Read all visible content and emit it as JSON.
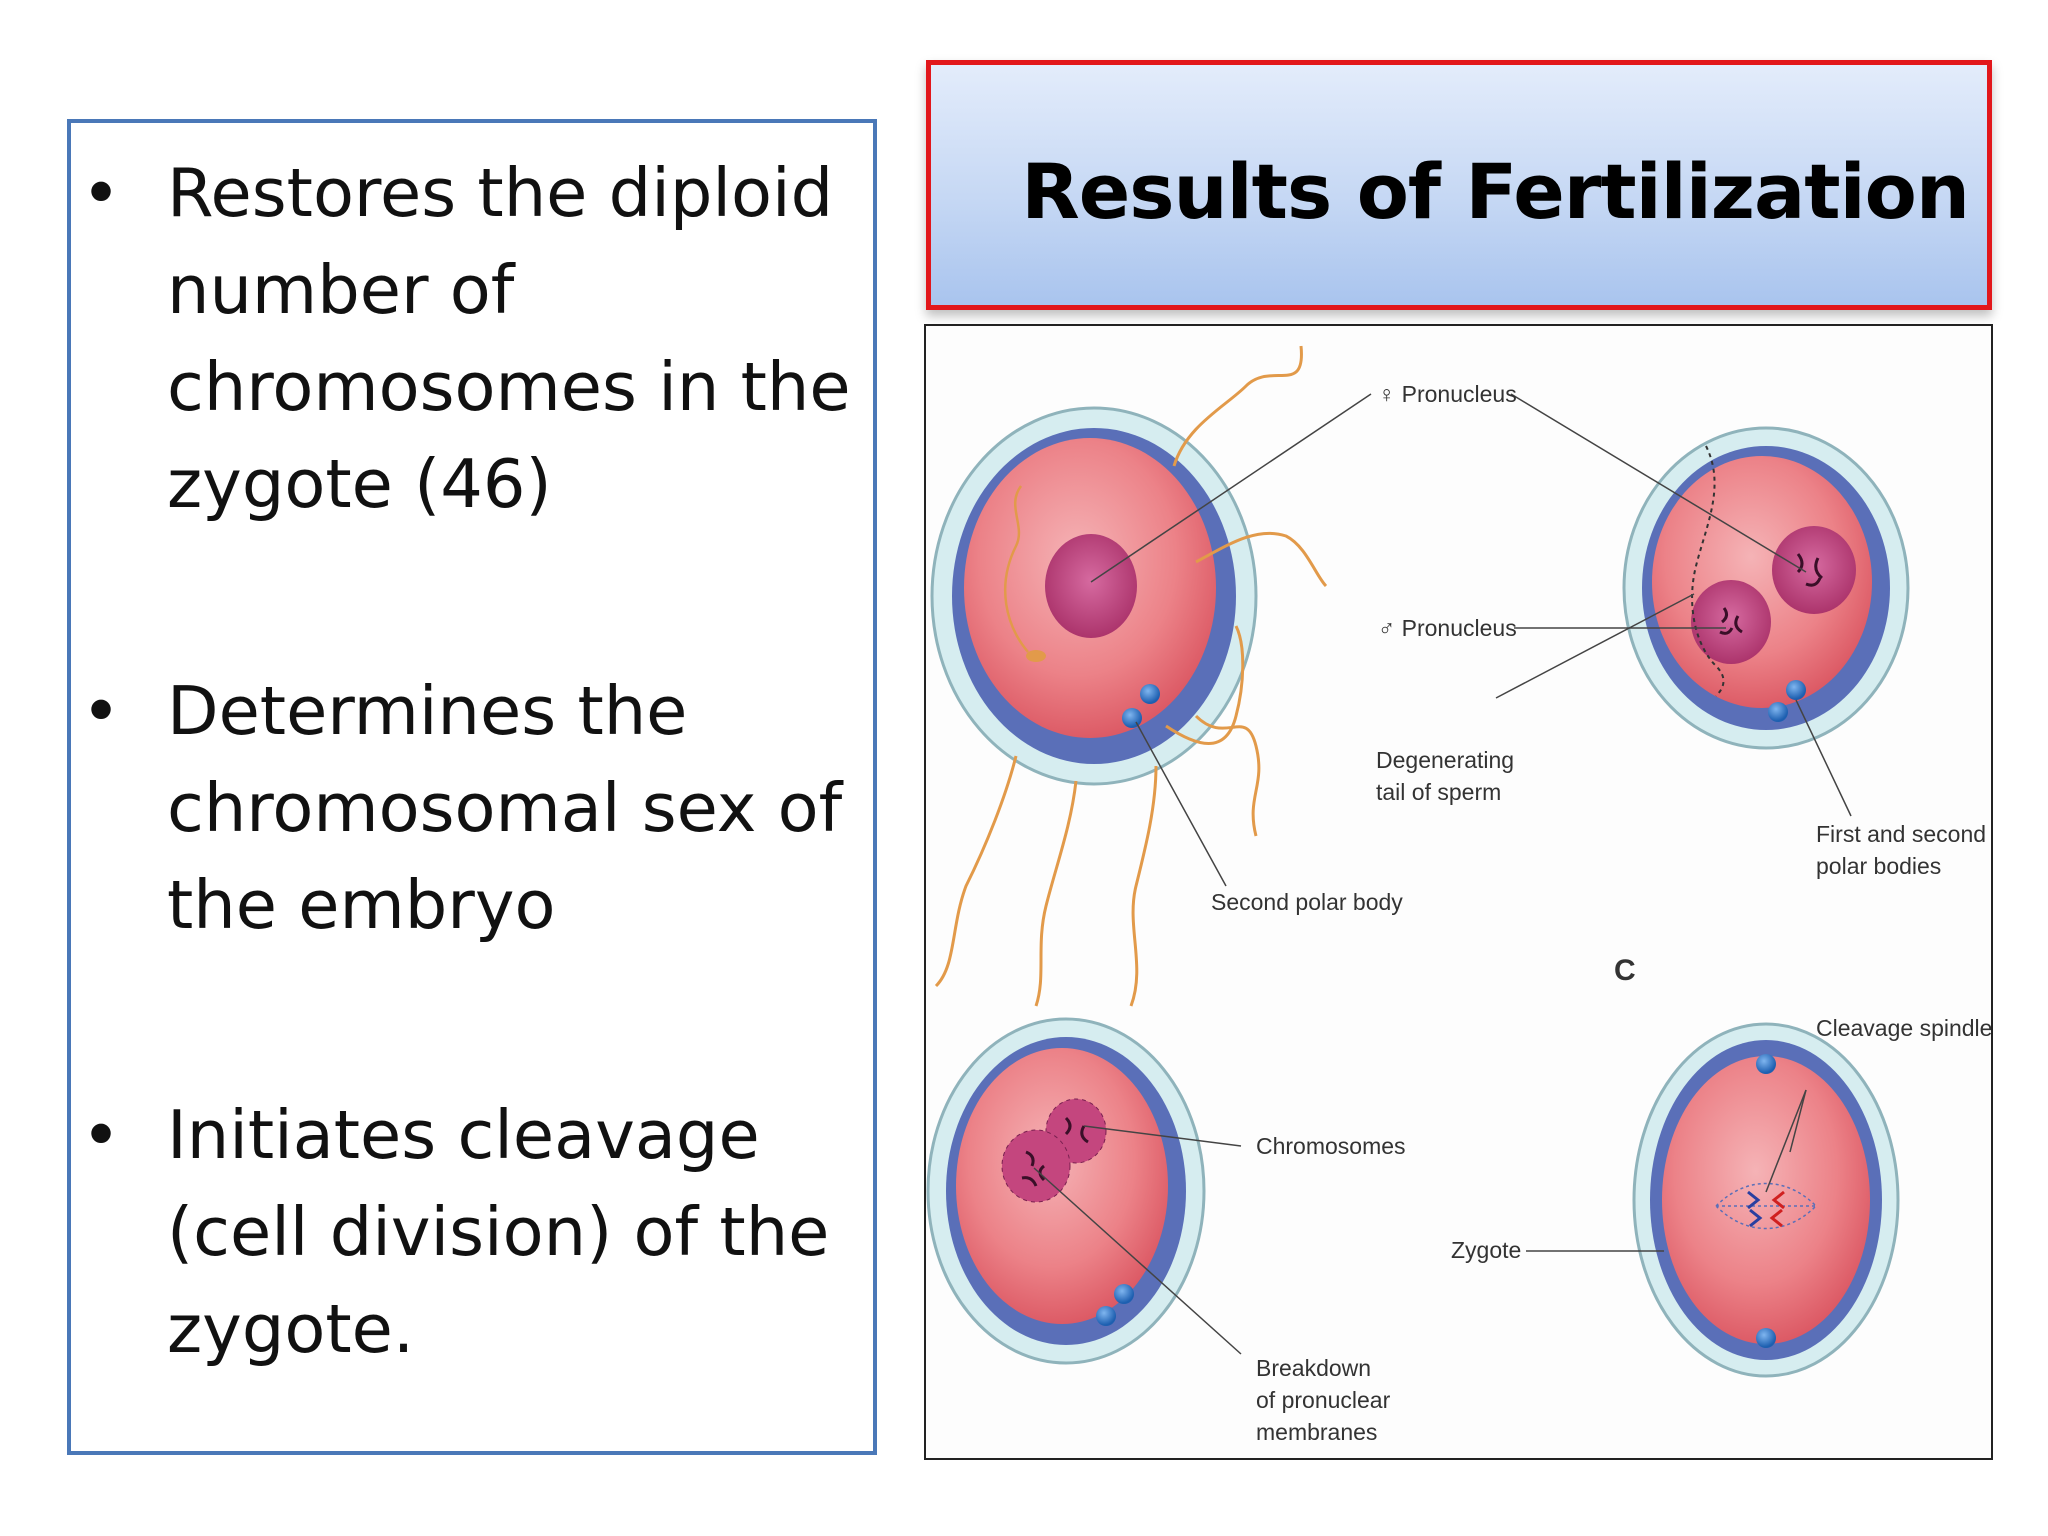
{
  "slide": {
    "title": "Results of Fertilization",
    "bullets": [
      {
        "text": "Restores the diploid\nnumber of\nchromosomes in the\nzygote (46)"
      },
      {
        "text": "Determines the\nchromosomal sex of\nthe embryo"
      },
      {
        "text": "Initiates cleavage\n(cell division) of the\nzygote."
      }
    ],
    "bullet_symbol": "•"
  },
  "diagram": {
    "labels": {
      "female_pronucleus": "♀ Pronucleus",
      "male_pronucleus": "♂ Pronucleus",
      "degenerating_line1": "Degenerating",
      "degenerating_line2": "tail of sperm",
      "second_polar_body": "Second polar body",
      "first_second_line1": "First and second",
      "first_second_line2": "polar bodies",
      "panel_c": "C",
      "cleavage_spindle": "Cleavage spindle",
      "chromosomes": "Chromosomes",
      "zygote": "Zygote",
      "breakdown_line1": "Breakdown",
      "breakdown_line2": "of pronuclear",
      "breakdown_line3": "membranes"
    },
    "colors": {
      "zona": "#d9eef0",
      "zona_edge": "#8fb3bb",
      "membrane": "#5a6fb8",
      "cytoplasm": "#e86e78",
      "nucleus": "#b83a70",
      "polar_body": "#2f79c8",
      "sperm": "#e29a4a"
    }
  }
}
